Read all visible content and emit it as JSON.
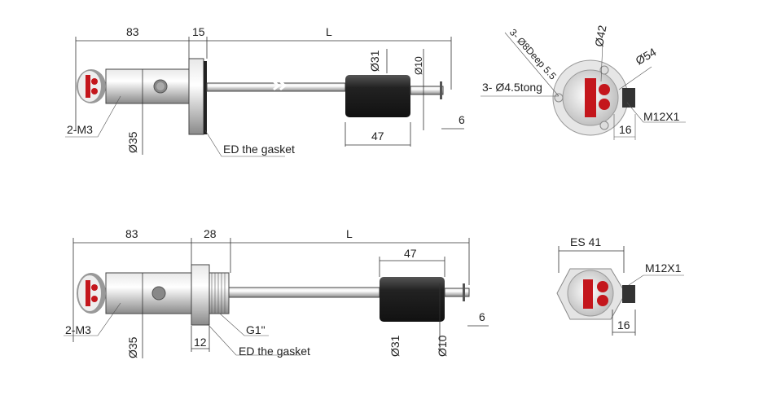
{
  "top_view": {
    "dim_body": "83",
    "dim_flange": "15",
    "dim_length": "L",
    "dim_float_dia": "Ø31",
    "dim_rod_dia": "Ø10",
    "dim_end": "6",
    "dim_float_len": "47",
    "screw_label": "2-M3",
    "dim_body_dia": "Ø35",
    "gasket_label": "ED the gasket"
  },
  "top_end_view": {
    "holes_label": "3- Ø8Deep 5.5",
    "dim_inner": "Ø42",
    "dim_outer": "Ø54",
    "through_label": "3- Ø4.5tong",
    "thread_label": "M12X1",
    "dim_connector": "16"
  },
  "bottom_view": {
    "dim_body": "83",
    "dim_thread": "28",
    "dim_length": "L",
    "dim_float_len": "47",
    "dim_end": "6",
    "screw_label": "2-M3",
    "dim_body_dia": "Ø35",
    "dim_thread_len": "12",
    "thread_label": "G1\"",
    "gasket_label": "ED the gasket",
    "dim_float_dia": "Ø31",
    "dim_rod_dia": "Ø10"
  },
  "bottom_end_view": {
    "hex_label": "ES 41",
    "thread_label": "M12X1",
    "dim_connector": "16"
  },
  "colors": {
    "display_red": "#c4161c",
    "float_dark": "#2a2a2a",
    "metal": "#cfcfcf"
  }
}
